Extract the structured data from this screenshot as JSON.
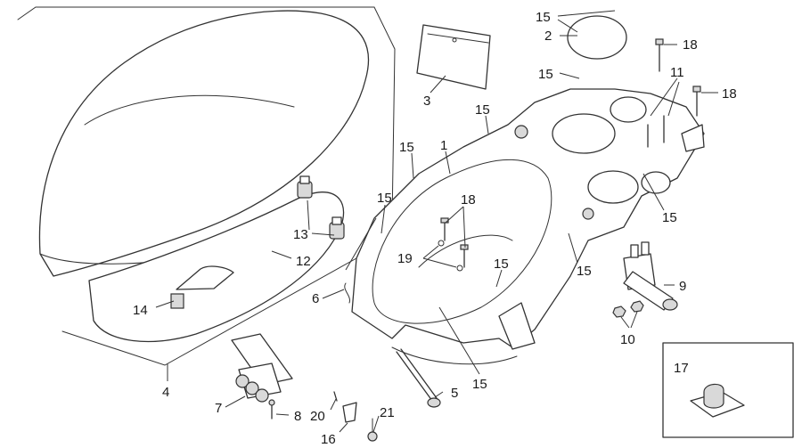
{
  "callouts": {
    "n1": "1",
    "n2": "2",
    "n3": "3",
    "n4": "4",
    "n5": "5",
    "n6": "6",
    "n7": "7",
    "n8": "8",
    "n9": "9",
    "n10": "10",
    "n11": "11",
    "n12": "12",
    "n13": "13",
    "n14": "14",
    "n15": "15",
    "n16": "16",
    "n17": "17",
    "n18": "18",
    "n19": "19",
    "n20": "20",
    "n21": "21"
  },
  "colors": {
    "line": "#333333",
    "text": "#1a1a1a",
    "background": "#ffffff"
  }
}
